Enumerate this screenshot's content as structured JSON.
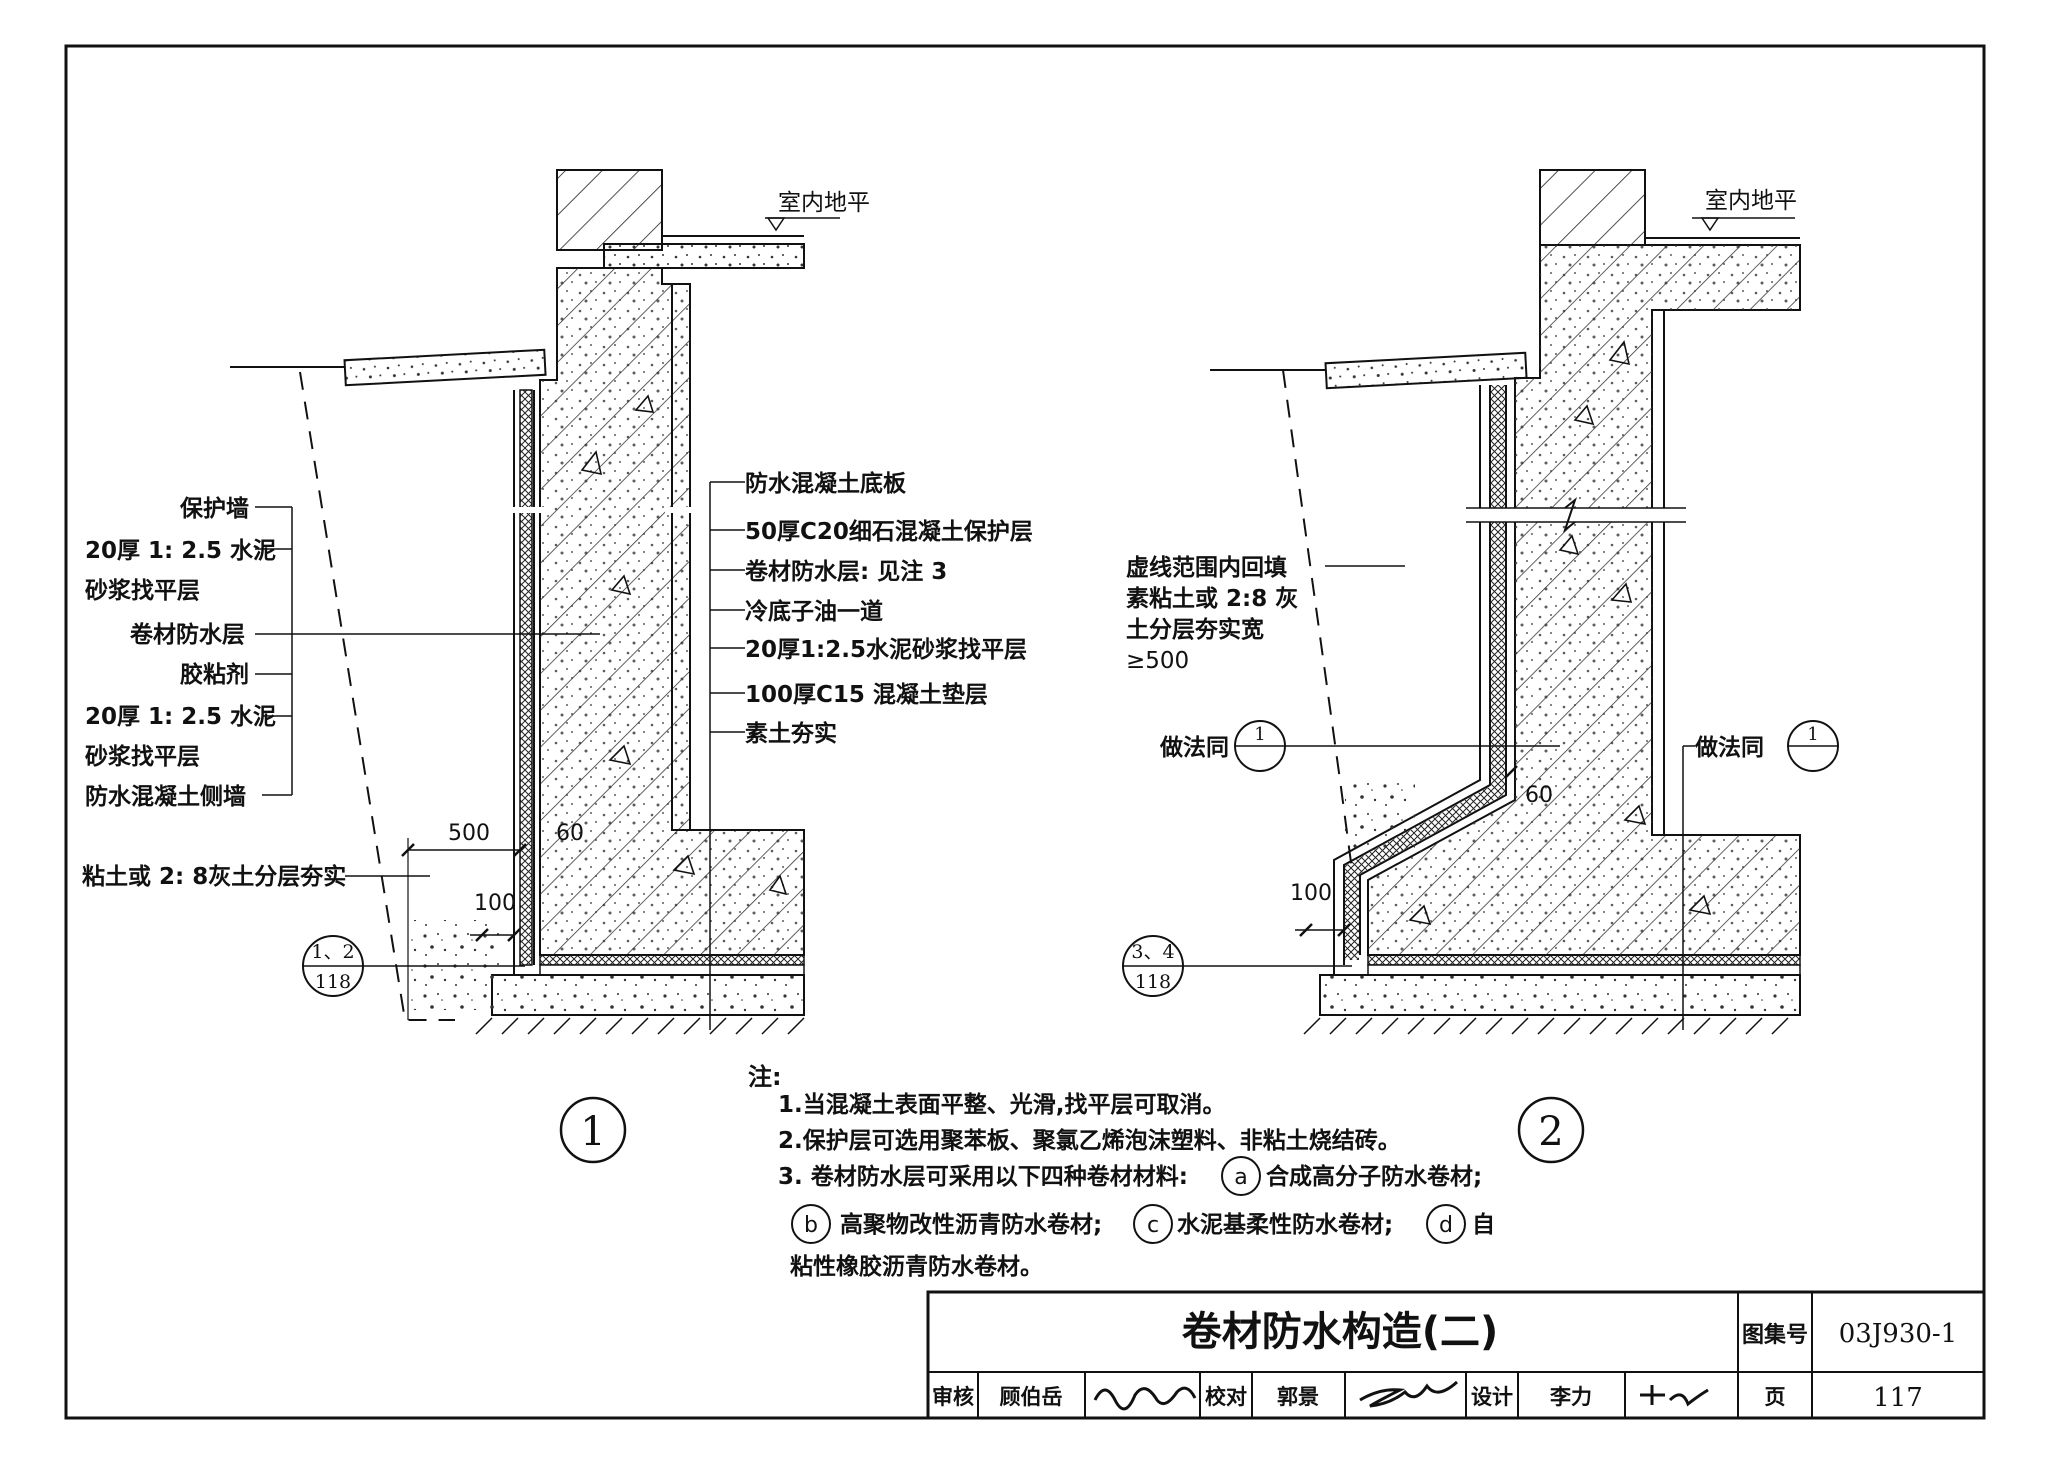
{
  "detail1": {
    "floor_label": "室内地平",
    "left_labels": [
      "保护墙",
      "20厚 1: 2.5 水泥",
      "砂浆找平层",
      "卷材防水层",
      "胶粘剂",
      "20厚 1: 2.5 水泥",
      "砂浆找平层",
      "防水混凝土侧墙"
    ],
    "right_labels": [
      "防水混凝土底板",
      "50厚C20细石混凝土保护层",
      "卷材防水层: 见注 3",
      "冷底子油一道",
      "20厚1:2.5水泥砂浆找平层",
      "100厚C15 混凝土垫层",
      "素土夯实"
    ],
    "dim_500": "500",
    "dim_60": "60",
    "dim_100": "100",
    "backfill_label": "粘土或 2: 8灰土分层夯实",
    "ref_top": "1、2",
    "ref_bottom": "118",
    "number": "1"
  },
  "detail2": {
    "floor_label": "室内地平",
    "backfill_note": [
      "虚线范围内回填",
      "素粘土或 2:8 灰",
      "土分层夯实宽",
      "≥500"
    ],
    "same_as_left": "做法同",
    "same_as_right": "做法同",
    "same_ref_top": "1",
    "same_ref_bottom": "—",
    "dim_60": "60",
    "dim_100": "100",
    "ref_top": "3、4",
    "ref_bottom": "118",
    "number": "2"
  },
  "notes": {
    "heading": "注:",
    "line1": "1.当混凝土表面平整、光滑,找平层可取消。",
    "line2": "2.保护层可选用聚苯板、聚氯乙烯泡沫塑料、非粘土烧结砖。",
    "line3_pre": "3. 卷材防水层可采用以下四种卷材材料:",
    "a_marker": "a",
    "a_text": "合成高分子防水卷材;",
    "b_marker": "b",
    "b_text": "高聚物改性沥青防水卷材;",
    "c_marker": "c",
    "c_text": "水泥基柔性防水卷材;",
    "d_marker": "d",
    "d_text": "自",
    "line5": "粘性橡胶沥青防水卷材。"
  },
  "title_block": {
    "title": "卷材防水构造(二)",
    "atlas_label": "图集号",
    "atlas_no": "03J930-1",
    "review_label": "审核",
    "reviewer": "顾伯岳",
    "check_label": "校对",
    "checker": "郭景",
    "design_label": "设计",
    "designer": "李力",
    "page_label": "页",
    "page_no": "117"
  }
}
